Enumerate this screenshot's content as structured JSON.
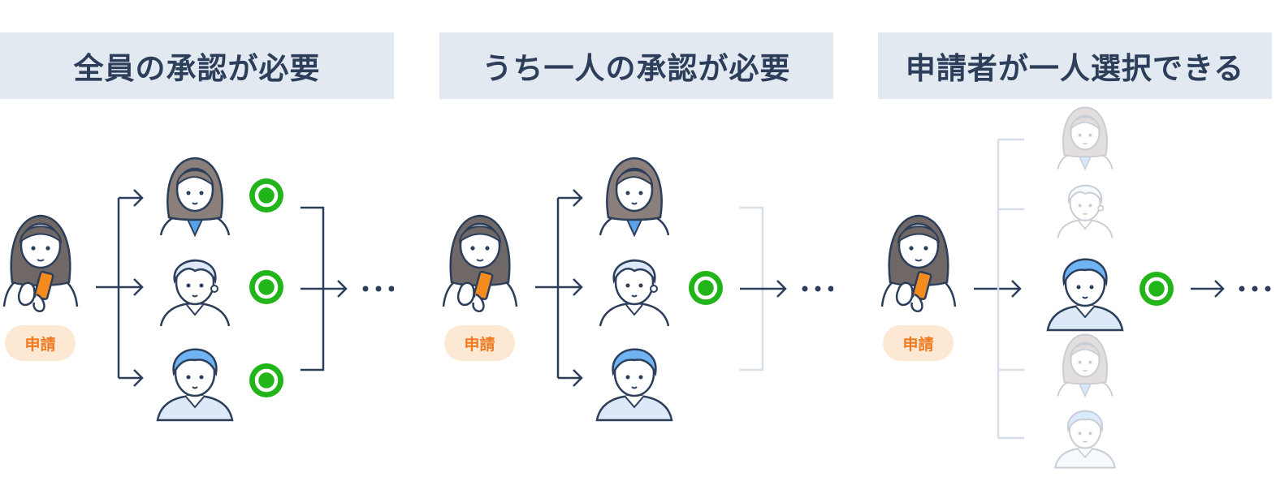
{
  "colors": {
    "header_bg": "#e3e9f1",
    "header_text": "#2c3e5a",
    "badge_bg": "#fde9d3",
    "badge_text": "#f07a22",
    "approval": "#22b51a",
    "line": "#2c3e5a",
    "faded": "#d7dee8"
  },
  "icons": {
    "approval": "approval-circle-icon",
    "phone": "smartphone-icon",
    "continuation": "ellipsis-icon"
  },
  "panels": [
    {
      "title": "全員の承認が必要",
      "request_label": "申請",
      "approvers": [
        {
          "role": "woman-long-hair",
          "approved": true
        },
        {
          "role": "man-light-hair",
          "approved": true
        },
        {
          "role": "man-blue-hair",
          "approved": true
        }
      ]
    },
    {
      "title": "うち一人の承認が必要",
      "request_label": "申請",
      "approvers": [
        {
          "role": "woman-long-hair",
          "approved": false
        },
        {
          "role": "man-light-hair",
          "approved": true
        },
        {
          "role": "man-blue-hair",
          "approved": false
        }
      ]
    },
    {
      "title": "申請者が一人選択できる",
      "request_label": "申請",
      "approvers": [
        {
          "role": "woman-faded",
          "approved": false
        },
        {
          "role": "man-faded",
          "approved": false
        },
        {
          "role": "man-blue-hair",
          "approved": true,
          "selected": true
        },
        {
          "role": "woman-faded",
          "approved": false
        },
        {
          "role": "man-suit-faded",
          "approved": false
        }
      ]
    }
  ]
}
